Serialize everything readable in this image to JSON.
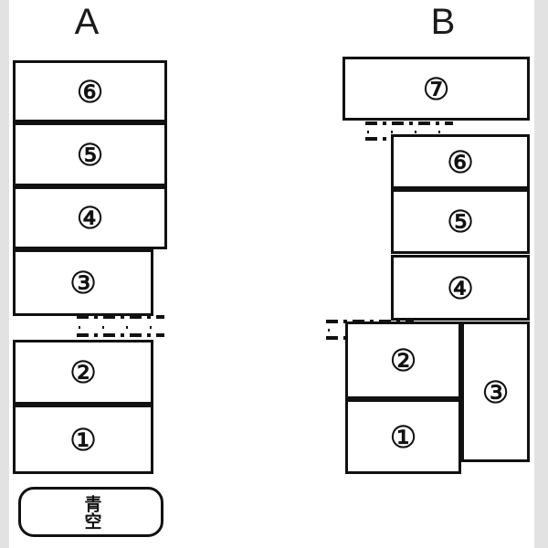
{
  "figure": {
    "type": "diagram",
    "description": "Two stacked-box column diagrams labelled A and B with circled numbers",
    "background_color": "#e2e2e2",
    "paper_color": "#ffffff",
    "line_color": "#111111"
  },
  "columns": [
    {
      "label": "A",
      "boxes": [
        {
          "num": "⑥",
          "name": "box-a-6"
        },
        {
          "num": "⑤",
          "name": "box-a-5"
        },
        {
          "num": "④",
          "name": "box-a-4"
        },
        {
          "num": "③",
          "name": "box-a-3"
        },
        {
          "num": "②",
          "name": "box-a-2"
        },
        {
          "num": "①",
          "name": "box-a-1"
        }
      ],
      "footer_box": {
        "text": "青空"
      }
    },
    {
      "label": "B",
      "boxes": [
        {
          "num": "⑦",
          "name": "box-b-7"
        },
        {
          "num": "⑥",
          "name": "box-b-6"
        },
        {
          "num": "⑤",
          "name": "box-b-5"
        },
        {
          "num": "④",
          "name": "box-b-4"
        },
        {
          "num": "③",
          "name": "box-b-3"
        },
        {
          "num": "②",
          "name": "box-b-2"
        },
        {
          "num": "①",
          "name": "box-b-1"
        }
      ]
    }
  ],
  "chain_lines": [
    {
      "name": "chain-line-a",
      "note": "dash-dot separator between box 3 and box 2 in column A"
    },
    {
      "name": "chain-line-b-upper",
      "note": "dash-dot separator below box 7 in column B"
    },
    {
      "name": "chain-line-b-lower",
      "note": "dash-dot separator below box 4 in column B"
    }
  ]
}
